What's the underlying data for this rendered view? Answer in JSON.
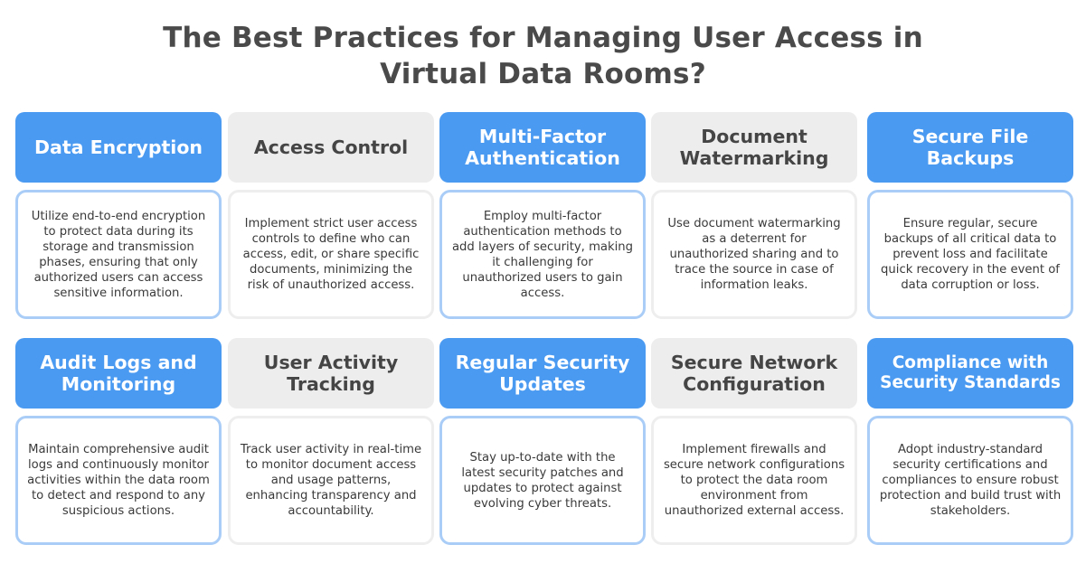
{
  "title": {
    "line1": "The Best Practices for Managing User Access in",
    "line2": "Virtual Data Rooms?"
  },
  "colors": {
    "accent": "#4a9af2",
    "accent_border": "#a9cdf7",
    "neutral": "#ededed",
    "text": "#4a4a4a"
  },
  "cards": [
    {
      "title": "Data Encryption",
      "text": "Utilize end-to-end encryption to protect data during its storage and transmission phases, ensuring that only authorized users can access sensitive information."
    },
    {
      "title": "Access Control",
      "text": "Implement strict user access controls to define who can access, edit, or share specific documents, minimizing the risk of unauthorized access."
    },
    {
      "title": "Multi-Factor Authentication",
      "text": "Employ multi-factor authentication methods to add layers of security, making it challenging for unauthorized users to gain access."
    },
    {
      "title": "Document Watermarking",
      "text": "Use document watermarking as a deterrent for unauthorized sharing and to trace the source in case of information leaks."
    },
    {
      "title": "Secure File Backups",
      "text": "Ensure regular, secure backups of all critical data to prevent loss and facilitate quick recovery in the event of data corruption or loss."
    },
    {
      "title": "Audit Logs and Monitoring",
      "text": "Maintain comprehensive audit logs and continuously monitor activities within the data room to detect and respond to any suspicious actions."
    },
    {
      "title": "User Activity Tracking",
      "text": "Track user activity in real-time to monitor document access and usage patterns, enhancing transparency and accountability."
    },
    {
      "title": "Regular Security Updates",
      "text": "Stay up-to-date with the latest security patches and updates to protect against evolving cyber threats."
    },
    {
      "title": "Secure Network Configuration",
      "text": "Implement firewalls and secure network configurations to protect the data room environment from unauthorized external access."
    },
    {
      "title": "Compliance with Security Standards",
      "text": "Adopt industry-standard security certifications and compliances to ensure robust protection and build trust with stakeholders."
    }
  ]
}
